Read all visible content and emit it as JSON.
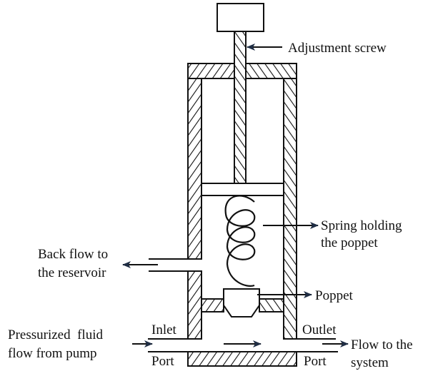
{
  "diagram": {
    "type": "Pressure relief valve (cross-section)",
    "colors": {
      "stroke": "#111111",
      "arrow": "#1f2d44",
      "background": "#ffffff"
    },
    "labels": {
      "adjustment_screw": "Adjustment screw",
      "spring_line1": "Spring holding",
      "spring_line2": "the poppet",
      "back_flow_line1": "Back flow to",
      "back_flow_line2": "the reservoir",
      "poppet": "Poppet",
      "inlet": "Inlet",
      "outlet": "Outlet",
      "pressurized_line1": "Pressurized  fluid",
      "pressurized_line2": "flow from pump",
      "flow_line1": "Flow to the",
      "flow_line2": "system",
      "port_left": "Port",
      "port_right": "Port"
    },
    "components": [
      "adjustment-knob",
      "adjustment-screw",
      "valve-body",
      "spring-plate",
      "spring",
      "poppet",
      "valve-seat",
      "reservoir-port",
      "inlet-port",
      "outlet-port"
    ]
  }
}
